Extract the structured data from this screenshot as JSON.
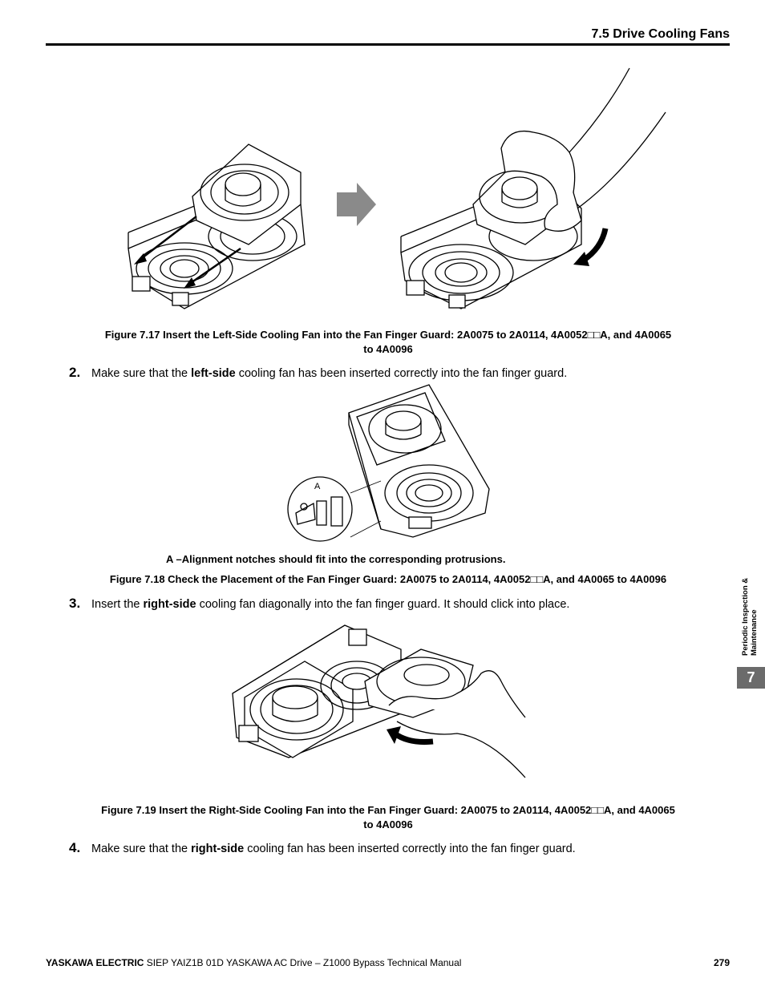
{
  "header": {
    "section_title": "7.5 Drive Cooling Fans"
  },
  "figure17": {
    "caption_line1": "Figure 7.17  Insert the Left-Side Cooling Fan into the Fan Finger Guard: 2A0075 to 2A0114, 4A0052□□A, and 4A0065",
    "caption_line2": "to 4A0096"
  },
  "step2": {
    "number": "2.",
    "text_before": "Make sure that the ",
    "bold": "left-side",
    "text_after": " cooling fan has been inserted correctly into the fan finger guard."
  },
  "figure18": {
    "callout_label": "A",
    "note": "A  –Alignment notches should fit into the corresponding protrusions.",
    "caption": "Figure 7.18  Check the Placement of the Fan Finger Guard: 2A0075 to 2A0114, 4A0052□□A, and 4A0065 to 4A0096"
  },
  "step3": {
    "number": "3.",
    "text_before": "Insert the ",
    "bold": "right-side",
    "text_after": " cooling fan diagonally into the fan finger guard. It should click into place."
  },
  "figure19": {
    "caption_line1": "Figure 7.19  Insert the Right-Side Cooling Fan into the Fan Finger Guard: 2A0075 to 2A0114, 4A0052□□A, and 4A0065",
    "caption_line2": "to 4A0096"
  },
  "step4": {
    "number": "4.",
    "text_before": "Make sure that the ",
    "bold": "right-side",
    "text_after": " cooling fan has been inserted correctly into the fan finger guard."
  },
  "side_tab": {
    "label": "Periodic Inspection & Maintenance",
    "chapter": "7"
  },
  "footer": {
    "brand": "YASKAWA ELECTRIC",
    "manual": " SIEP YAIZ1B 01D YASKAWA AC Drive – Z1000 Bypass Technical Manual",
    "page": "279"
  },
  "colors": {
    "arrow_gray": "#8a8a8a",
    "tab_gray": "#6b6b6b"
  }
}
